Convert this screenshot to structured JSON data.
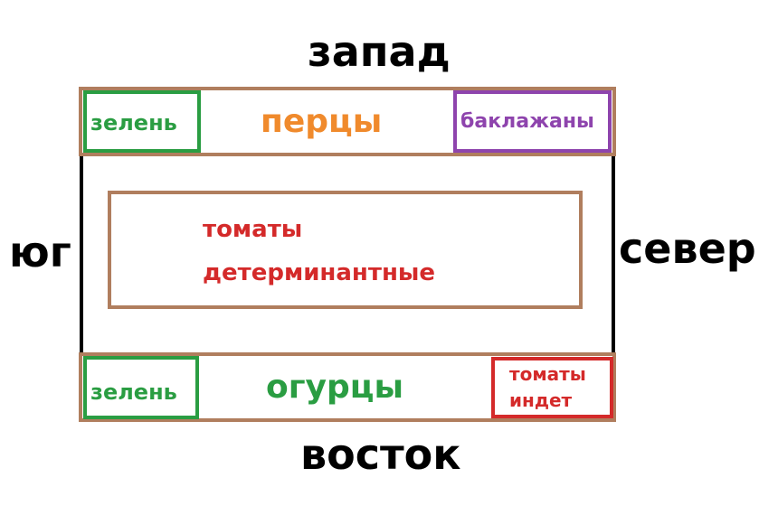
{
  "directions": {
    "west": "запад",
    "east": "восток",
    "south": "юг",
    "north": "север"
  },
  "top_bed": {
    "left": "зелень",
    "center": "перцы",
    "right": "баклажаны"
  },
  "center_bed": {
    "line1": "томаты",
    "line2": "детерминантные"
  },
  "bottom_bed": {
    "left": "зелень",
    "center": "огурцы",
    "right_line1": "томаты",
    "right_line2": "индет"
  },
  "colors": {
    "bed_border": "#b07e5e",
    "greens": "#2a9d42",
    "peppers": "#f08a2c",
    "eggplant": "#8e44ad",
    "tomato": "#d42a2a",
    "cucumber": "#2a9d42",
    "frame": "#000000"
  }
}
